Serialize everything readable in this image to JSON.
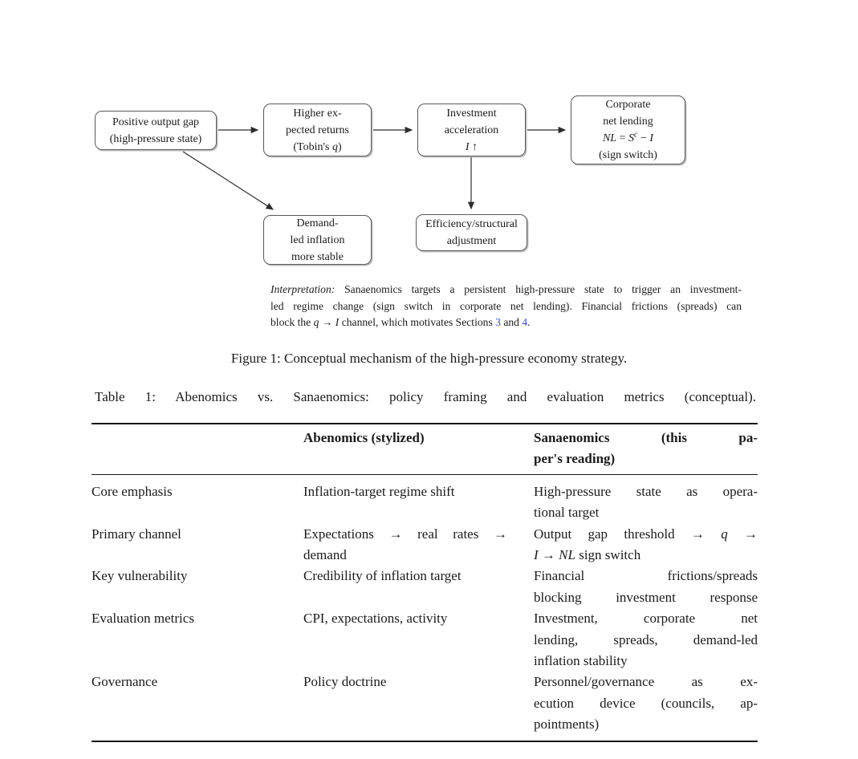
{
  "diagram": {
    "boxes": {
      "output_gap": {
        "line1": "Positive output gap",
        "line2": "(high-pressure state)"
      },
      "returns": {
        "line1": "Higher ex-",
        "line2": "pected returns",
        "line3_pre": "(Tobin's ",
        "line3_q": "q",
        "line3_post": ")"
      },
      "investment": {
        "line1": "Investment",
        "line2": "acceleration",
        "line3_I": "I",
        "line3_arrow": " ↑"
      },
      "net_lending": {
        "line1": "Corporate",
        "line2": "net lending",
        "eq_NL": "NL",
        "eq_eq": " = ",
        "eq_S": "S",
        "eq_sup": "c",
        "eq_minus": " − ",
        "eq_I": "I",
        "line4": "(sign switch)"
      },
      "inflation": {
        "line1": "Demand-",
        "line2": "led inflation",
        "line3": "more stable"
      },
      "efficiency": {
        "line1": "Efficiency/structural",
        "line2": "adjustment"
      }
    },
    "interpretation": {
      "label": "Interpretation:",
      "line1_rest": " Sanaenomics targets a persistent high-pressure state to trigger an investment-",
      "line2": "led regime change (sign switch in corporate net lending). Financial frictions (spreads) can",
      "line3_pre": "block the ",
      "q": "q",
      "arrow": " → ",
      "I": "I",
      "line3_mid": " channel, which motivates Sections ",
      "link3": "3",
      "and": " and ",
      "link4": "4",
      "period": "."
    }
  },
  "captions": {
    "figure": "Figure 1: Conceptual mechanism of the high-pressure economy strategy.",
    "table": "Table 1: Abenomics vs. Sanaenomics: policy framing and evaluation metrics (conceptual)."
  },
  "table": {
    "header": {
      "col2": "Abenomics (stylized)",
      "col3_line1": "Sanaenomics (this pa-",
      "col3_line2": "per's reading)"
    },
    "rows": {
      "core_emphasis": {
        "label": "Core emphasis",
        "abe": "Inflation-target regime shift",
        "sana_line1": "High-pressure state as opera-",
        "sana_line2": "tional target"
      },
      "primary_channel": {
        "label": "Primary channel",
        "abe_line1": "Expectations → real rates →",
        "abe_line2": "demand",
        "sana_l1_pre": "Output gap threshold → ",
        "sana_l1_q": "q",
        "sana_l1_post": " →",
        "sana_l2_I": "I",
        "sana_l2_arrow": " → ",
        "sana_l2_NL": "NL",
        "sana_l2_post": " sign switch"
      },
      "key_vulnerability": {
        "label": "Key vulnerability",
        "abe": "Credibility of inflation target",
        "sana_line1": "Financial frictions/spreads",
        "sana_line2": "blocking investment response"
      },
      "evaluation_metrics": {
        "label": "Evaluation metrics",
        "abe": "CPI, expectations, activity",
        "sana_line1": "Investment, corporate net",
        "sana_line2": "lending, spreads, demand-led",
        "sana_line3": "inflation stability"
      },
      "governance": {
        "label": "Governance",
        "abe": "Policy doctrine",
        "sana_line1": "Personnel/governance as ex-",
        "sana_line2": "ecution device (councils, ap-",
        "sana_line3": "pointments)"
      }
    }
  },
  "colors": {
    "link_blue": "#3b4fd0",
    "box_border": "#5a5a5a",
    "rule": "#161616"
  }
}
